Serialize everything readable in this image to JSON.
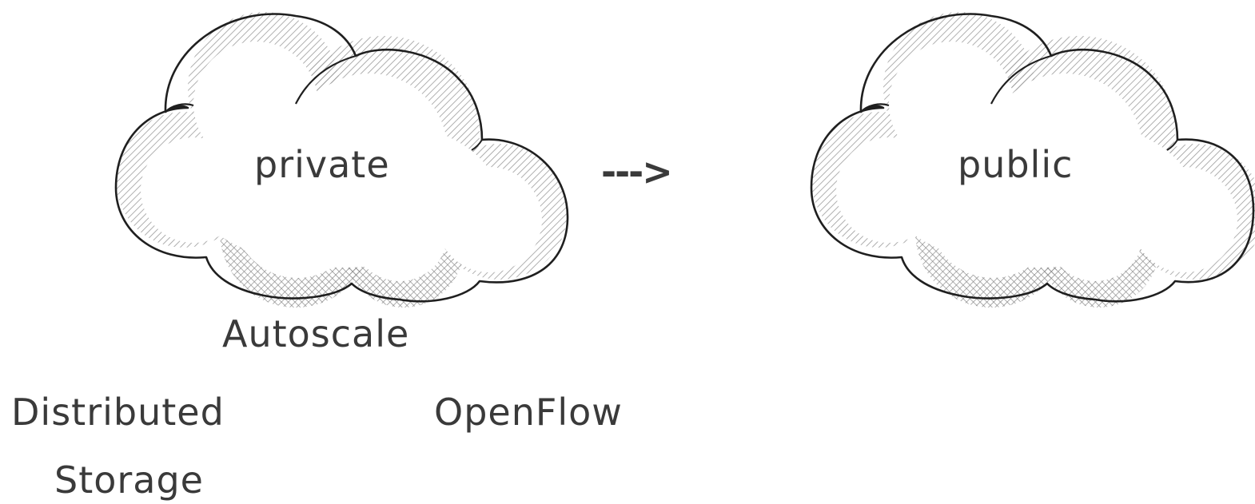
{
  "clouds": {
    "left_label": "private",
    "right_label": "public"
  },
  "arrow": {
    "label": "--->"
  },
  "notes": {
    "autoscale": "Autoscale",
    "distributed": "Distributed",
    "storage": "Storage",
    "openflow": "OpenFlow"
  },
  "colors": {
    "ink": "#1f1f1f",
    "text": "#3a3a3a",
    "fill": "#ffffff",
    "hatch": "#8a8a8a"
  }
}
